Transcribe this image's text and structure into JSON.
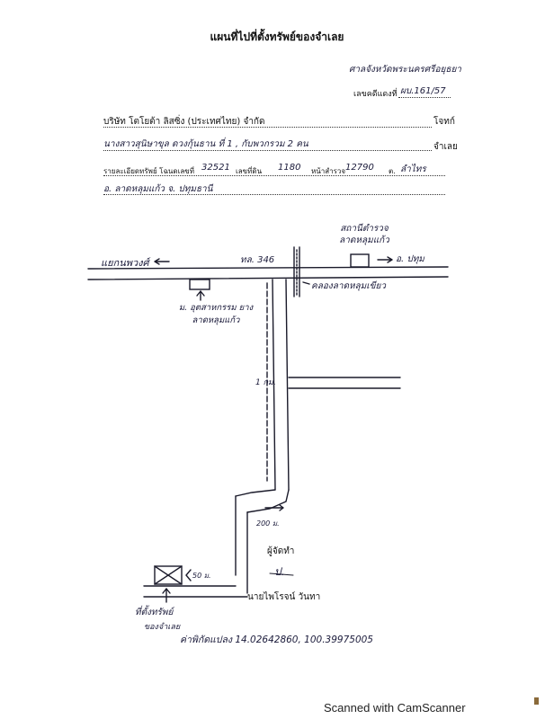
{
  "header": {
    "title": "แผนที่ไปที่ตั้งทรัพย์ของจำเลย",
    "court": "ศาลจังหวัดพระนครศรีอยุธยา",
    "case_label": "เลขคดีแดงที่",
    "case_number": "ผบ.161/57"
  },
  "parties": {
    "plaintiff": "บริษัท โตโยต้า ลิสซิ่ง (ประเทศไทย) จำกัด",
    "plaintiff_role": "โจทก์",
    "defendant": "นางสาวสุนิษาขุล ดวงกุ้นธาน ที่ 1 , กับพวกรวม 2 คน",
    "defendant_role": "จำเลย"
  },
  "property": {
    "details_label": "รายละเอียดทรัพย์ โฉนดเลขที่",
    "deed_no": "32521",
    "land_no_label": "เลขที่ดิน",
    "land_no": "1180",
    "survey_page_label": "หน้าสำรวจ",
    "survey_page": "12790",
    "subdistrict_label": "ต.",
    "subdistrict": "ลำไทร",
    "location_line": "อ. ลาดหลุมแก้ว จ. ปทุมธานี"
  },
  "map": {
    "left_road": "แยกนพวงศ์",
    "highway": "ทล. 346",
    "right_direction": "อ. ปทุม",
    "police_station": "สถานีตำรวจ ลาดหลุมแก้ว",
    "canal": "คลองลาดหลุมเขียว",
    "village": "ม. อุตสาหกรรม ยางลาดหลุมแก้ว",
    "distance_1km": "1 กม.",
    "distance_200m": "200 ม.",
    "distance_50m": "50 ม.",
    "property_label": "ที่ตั้งทรัพย์",
    "property_sublabel": "ของจำเลย",
    "coordinates": "ค่าพิกัดแปลง 14.02642860, 100.39975005"
  },
  "signature": {
    "role": "ผู้จัดทำ",
    "mark": "ป.",
    "name": "นายไพโรจน์ วันทา"
  },
  "footer": {
    "scanner": "Scanned with CamScanner"
  }
}
